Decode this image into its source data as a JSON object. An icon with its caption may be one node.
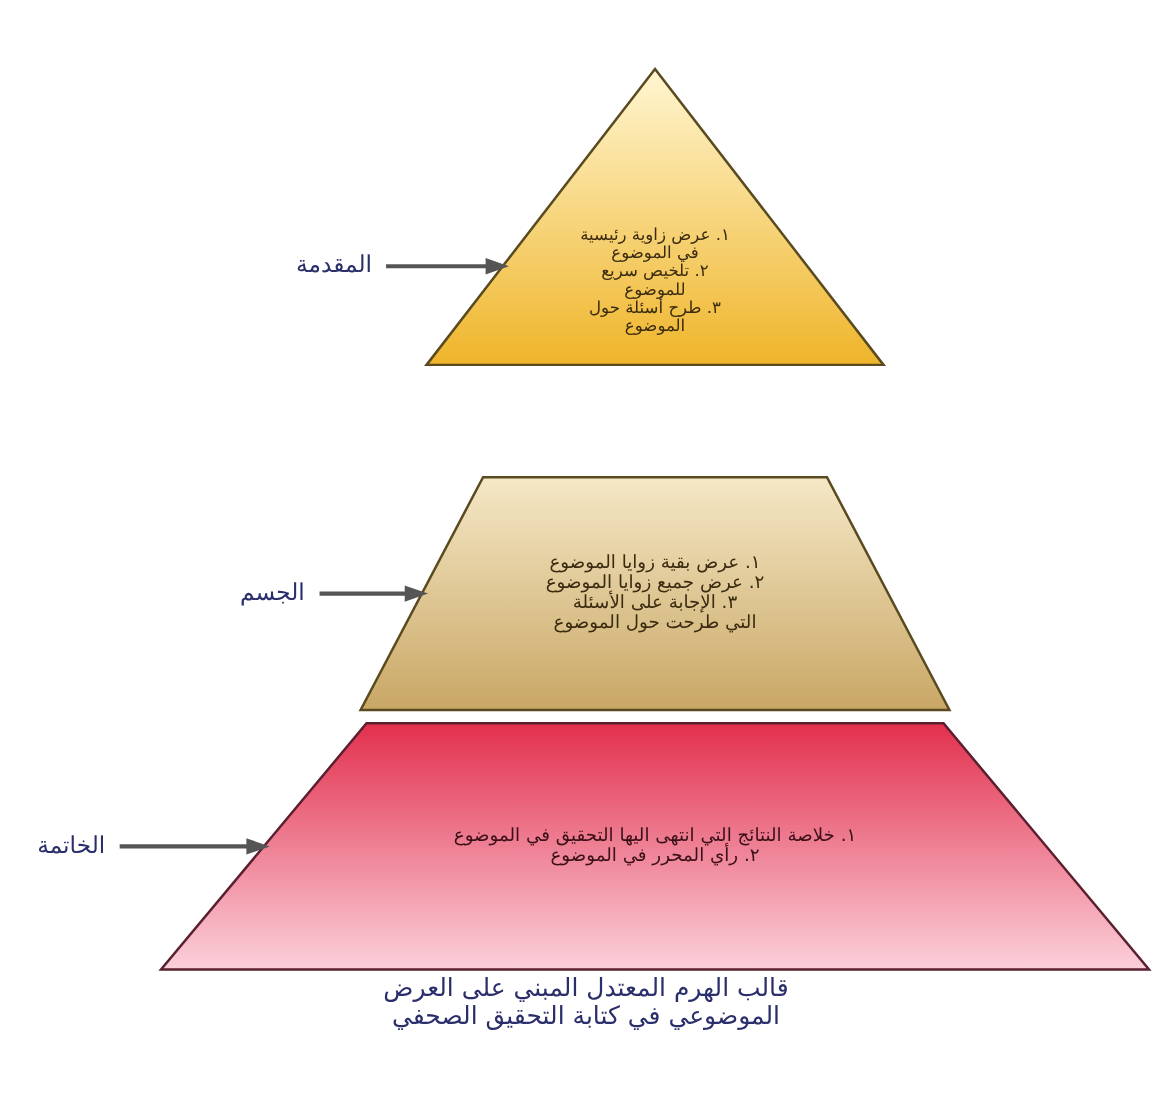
{
  "diagram": {
    "caption": "قالب الهرم المعتدل المبني على العرض الموضوعي في كتابة التحقيق الصحفي",
    "nodes": [
      {
        "text": [
          "المقدمة"
        ]
      },
      {
        "text": [
          "١. عرض زاوية رئيسية في الموضوع",
          "٢. تلخيص سريع للموضوع",
          "٣. طرح أسئلة حول الموضوع"
        ]
      },
      {
        "text": [
          "الجسم"
        ]
      },
      {
        "text": [
          "١. عرض بقية زوايا الموضوع",
          "٢. عرض جميع زوايا الموضوع",
          "٣. الإجابة على الأسئلة التي طرحت حول الموضوع"
        ]
      },
      {
        "text": [
          "الخاتمة"
        ]
      },
      {
        "text": [
          "١. خلاصة النتائج التي انتهى اليها التحقيق في الموضوع",
          "٢. رأي المحرر في الموضوع"
        ]
      }
    ],
    "edges": [
      {
        "from": 0,
        "to": 1,
        "arrow": "to"
      },
      {
        "from": 2,
        "to": 3,
        "arrow": "to"
      },
      {
        "from": 4,
        "to": 5,
        "arrow": "to"
      }
    ]
  }
}
